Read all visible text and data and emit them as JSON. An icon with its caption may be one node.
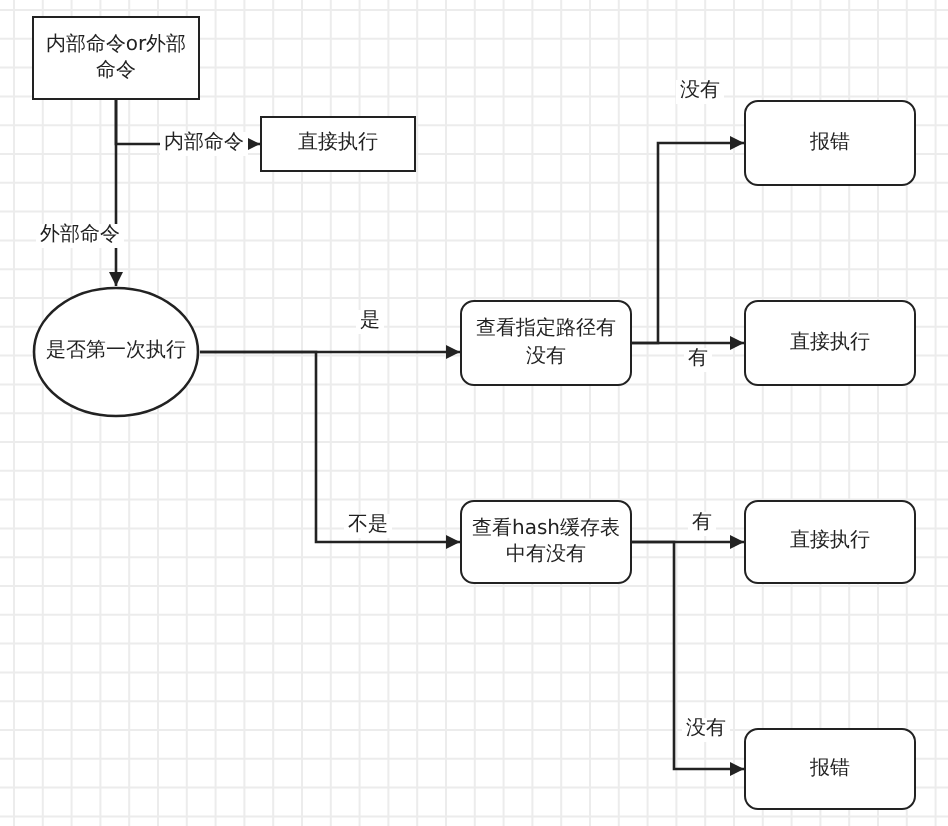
{
  "diagram": {
    "nodes": [
      {
        "text": [
          "内部命令or外部命令"
        ]
      },
      {
        "text": [
          "直接执行"
        ]
      },
      {
        "text": [
          "是否第一次执行"
        ]
      },
      {
        "text": [
          "查看指定路径有没有"
        ]
      },
      {
        "text": [
          "报错"
        ]
      },
      {
        "text": [
          "直接执行"
        ]
      },
      {
        "text": [
          "查看hash缓存表中有没有"
        ]
      },
      {
        "text": [
          "直接执行"
        ]
      },
      {
        "text": [
          "报错"
        ]
      }
    ],
    "edges": [
      {
        "from": 0,
        "to": 1,
        "arrow": "to",
        "label": "内部命令"
      },
      {
        "from": 0,
        "to": 2,
        "arrow": "to",
        "label": "外部命令"
      },
      {
        "from": 2,
        "to": 3,
        "arrow": "to",
        "label": "是"
      },
      {
        "from": 2,
        "to": 6,
        "arrow": "to",
        "label": "不是"
      },
      {
        "from": 3,
        "to": 4,
        "arrow": "to",
        "label": "没有"
      },
      {
        "from": 3,
        "to": 5,
        "arrow": "to",
        "label": "有"
      },
      {
        "from": 6,
        "to": 7,
        "arrow": "to",
        "label": "有"
      },
      {
        "from": 6,
        "to": 8,
        "arrow": "to",
        "label": "没有"
      }
    ]
  }
}
